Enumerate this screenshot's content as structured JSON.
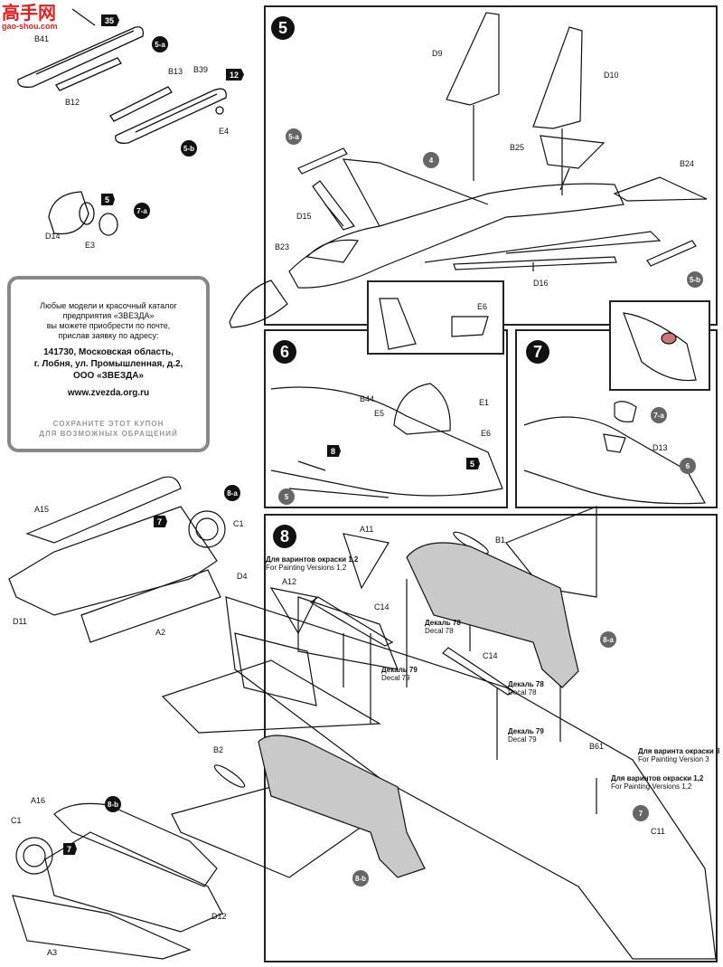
{
  "brand": {
    "logo_text": "高手网",
    "url": "gao-shou.com"
  },
  "steps": {
    "s5": "5",
    "s6": "6",
    "s7": "7",
    "s8": "8"
  },
  "subassemblies": {
    "a5": "5-a",
    "b5": "5-b",
    "a7": "7-a",
    "a8": "8-a",
    "b8": "8-b"
  },
  "arrow_refs": {
    "r35": "35",
    "r12": "12",
    "r5a": "5",
    "r5b": "5",
    "r8": "8",
    "r7a": "7",
    "r7b": "7"
  },
  "badges": {
    "b4": "4",
    "b5": "5",
    "b6": "6",
    "b7": "7"
  },
  "parts": {
    "B41": "B41",
    "B12": "B12",
    "B13": "B13",
    "B39": "B39",
    "E4": "E4",
    "D14": "D14",
    "E3": "E3",
    "D9": "D9",
    "D10": "D10",
    "B25": "B25",
    "B24": "B24",
    "D15": "D15",
    "B23": "B23",
    "D16": "D16",
    "E6": "E6",
    "B44": "B44",
    "E5": "E5",
    "E1": "E1",
    "E6b": "E6",
    "D13": "D13",
    "A15": "A15",
    "C1": "C1",
    "D11": "D11",
    "A2": "A2",
    "A16": "A16",
    "C1b": "C1",
    "D12": "D12",
    "A3": "A3",
    "A11": "A11",
    "B1": "B1",
    "D4": "D4",
    "A12": "A12",
    "C14": "C14",
    "C14b": "C14",
    "B2": "B2",
    "B61": "B61",
    "C11": "C11"
  },
  "notes": {
    "v12_ru": "Для варинтов окраски 1,2",
    "v12_en": "For Painting Versions 1,2",
    "d78_ru": "Декаль 78",
    "d78_en": "Decal 78",
    "d79_ru": "Декаль 79",
    "d79_en": "Decal 79",
    "d78b_ru": "Декаль 78",
    "d78b_en": "Decal 78",
    "d79b_ru": "Декаль 79",
    "d79b_en": "Decal 79",
    "v3_ru": "Для варинта окраски 3",
    "v3_en": "For Painting Version 3",
    "v12b_ru": "Для варинтов окраски 1,2",
    "v12b_en": "For Painting Versions 1,2"
  },
  "coupon": {
    "line1": "Любые модели и красочный каталог",
    "line2": "предприятия «ЗВЕЗДА»",
    "line3": "вы можете приобрести по почте,",
    "line4": "прислав заявку по адресу:",
    "addr1": "141730, Московская область,",
    "addr2": "г. Лобня, ул. Промышленная, д.2,",
    "addr3": "ООО «ЗВЕЗДА»",
    "web": "www.zvezda.org.ru",
    "foot1": "СОХРАНИТЕ ЭТОТ КУПОН",
    "foot2": "ДЛЯ ВОЗМОЖНЫХ ОБРАЩЕНИЙ"
  }
}
